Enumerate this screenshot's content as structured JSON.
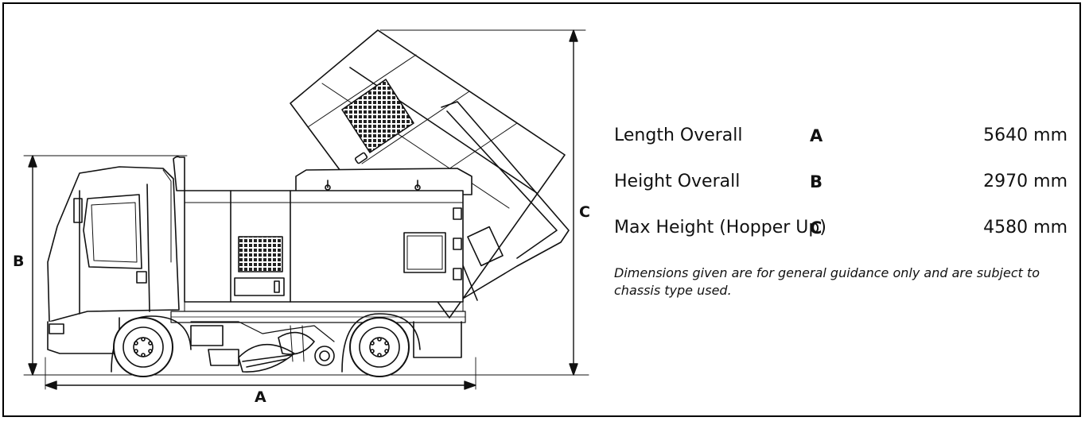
{
  "diagram": {
    "labels": {
      "length": "A",
      "height": "B",
      "max_height": "C"
    }
  },
  "specs": [
    {
      "name": "Length Overall",
      "letter": "A",
      "value": "5640 mm"
    },
    {
      "name": "Height Overall",
      "letter": "B",
      "value": "2970 mm"
    },
    {
      "name": "Max Height (Hopper Up)",
      "letter": "C",
      "value": "4580 mm"
    }
  ],
  "note": "Dimensions given are for general guidance only and are subject to chassis type used.",
  "colors": {
    "line": "#111111",
    "background": "#ffffff"
  }
}
